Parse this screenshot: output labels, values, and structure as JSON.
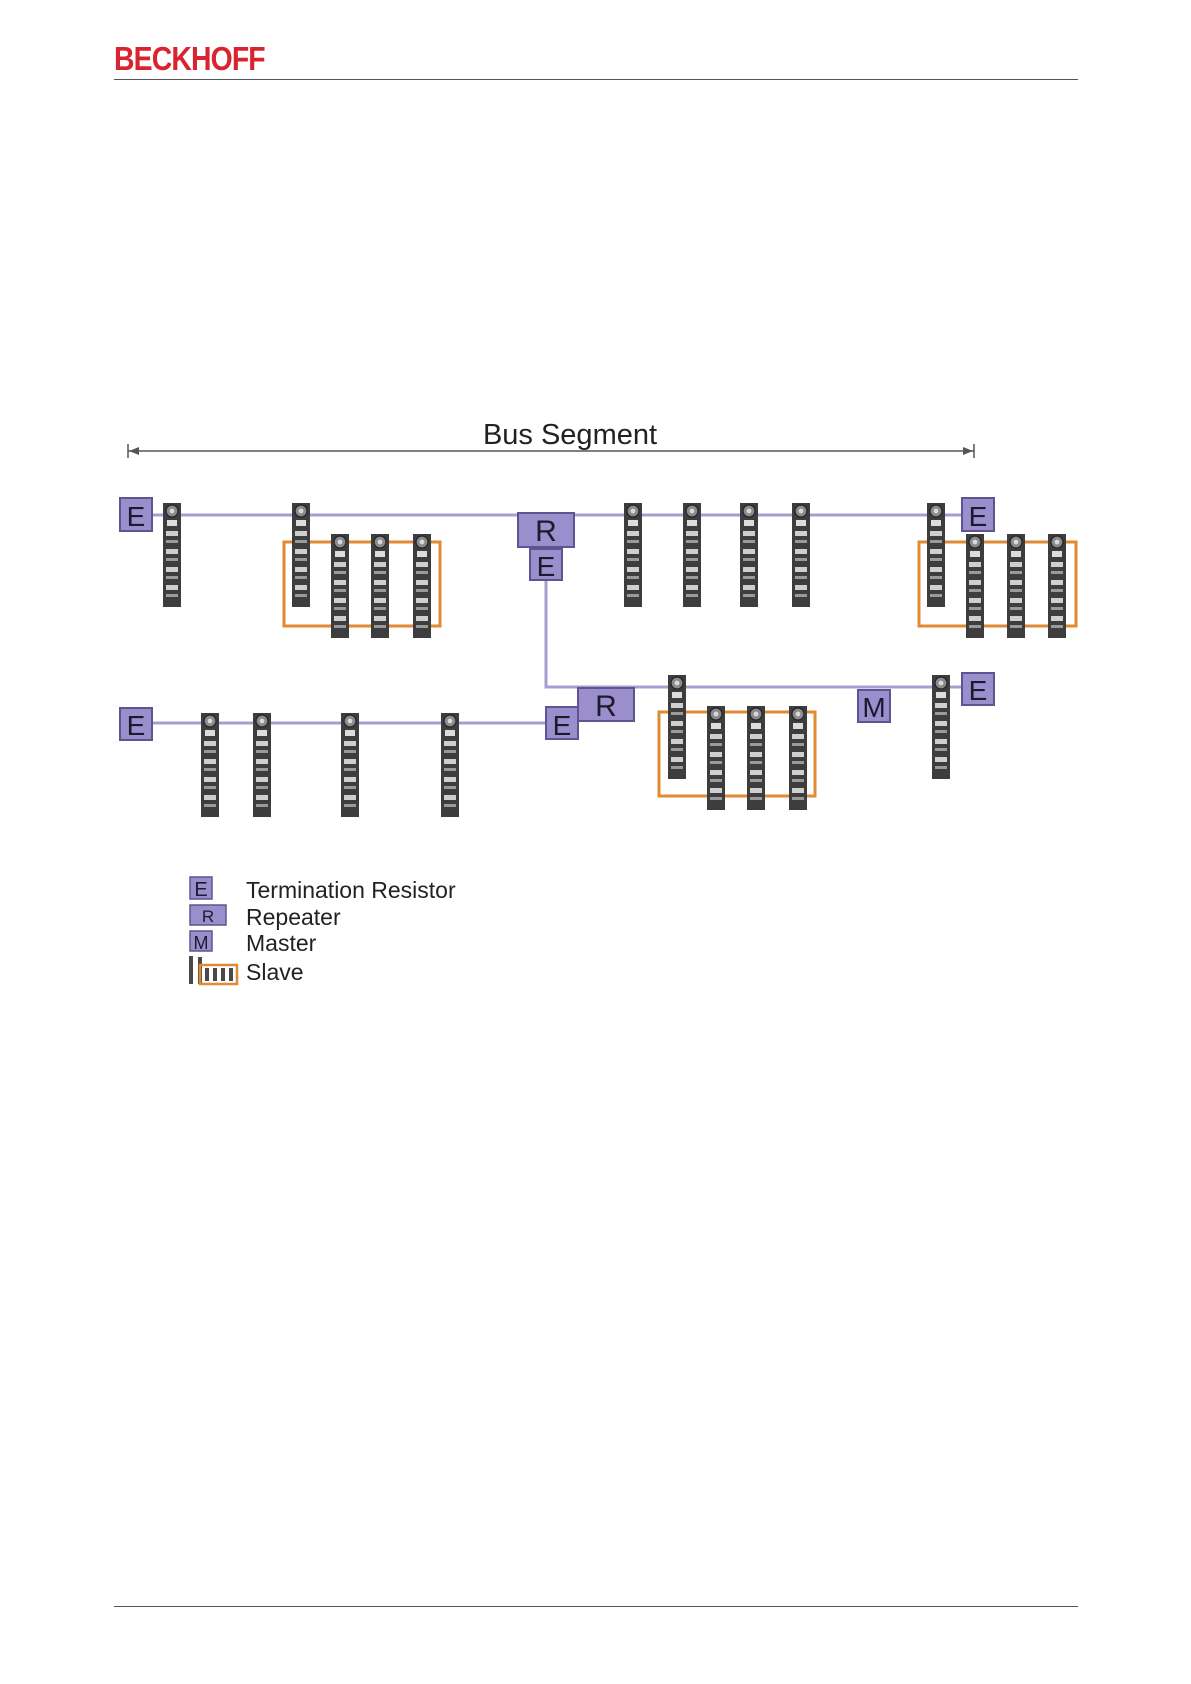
{
  "header": {
    "brand": "BECKHOFF"
  },
  "diagram": {
    "bus_segment_label": "Bus Segment",
    "colors": {
      "bus": "#a89cd0",
      "box_fill": "#9a8fcc",
      "box_stroke": "#5e548f",
      "slave_group": "#e08a33",
      "device": "#3d3d3d"
    },
    "box_letters": {
      "termination": "E",
      "repeater": "R",
      "master": "M"
    }
  },
  "legend": {
    "items": [
      {
        "symbol": "E",
        "label": "Termination Resistor"
      },
      {
        "symbol": "R",
        "label": "Repeater"
      },
      {
        "symbol": "M",
        "label": "Master"
      },
      {
        "symbol": "",
        "label": "Slave"
      }
    ]
  }
}
